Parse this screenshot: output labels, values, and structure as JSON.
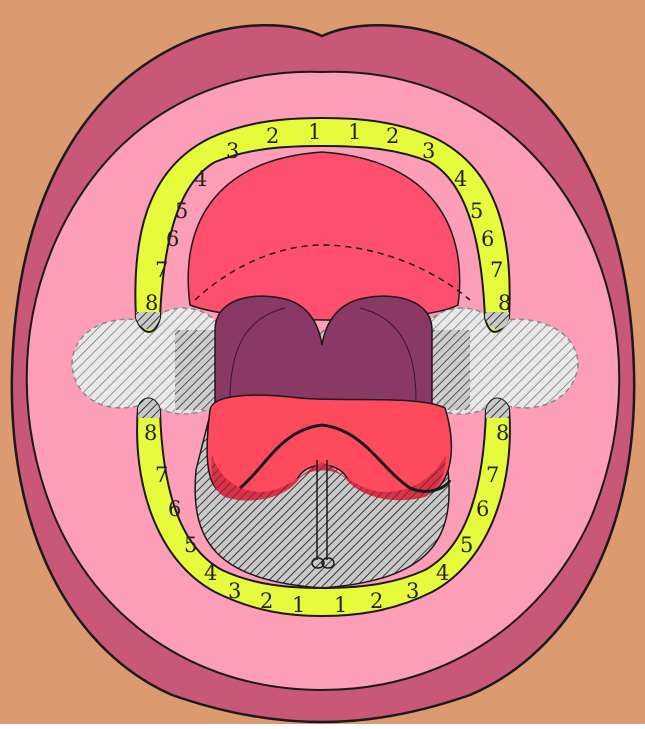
{
  "colors": {
    "background": "#dc9a70",
    "lips": "#c85778",
    "gums": "#fc9eb8",
    "teeth": "#e6fb3c",
    "palate": "#ff4f6f",
    "pharynx": "#8a3866",
    "tongue": "#ff4a5e",
    "outline": "#1a1a1a"
  },
  "teeth_labels": {
    "upper_right": [
      "1",
      "2",
      "3",
      "4",
      "5",
      "6",
      "7",
      "8"
    ],
    "upper_left": [
      "1",
      "2",
      "3",
      "4",
      "5",
      "6",
      "7",
      "8"
    ],
    "lower_right": [
      "1",
      "2",
      "3",
      "4",
      "5",
      "6",
      "7",
      "8"
    ],
    "lower_left": [
      "1",
      "2",
      "3",
      "4",
      "5",
      "6",
      "7",
      "8"
    ]
  }
}
